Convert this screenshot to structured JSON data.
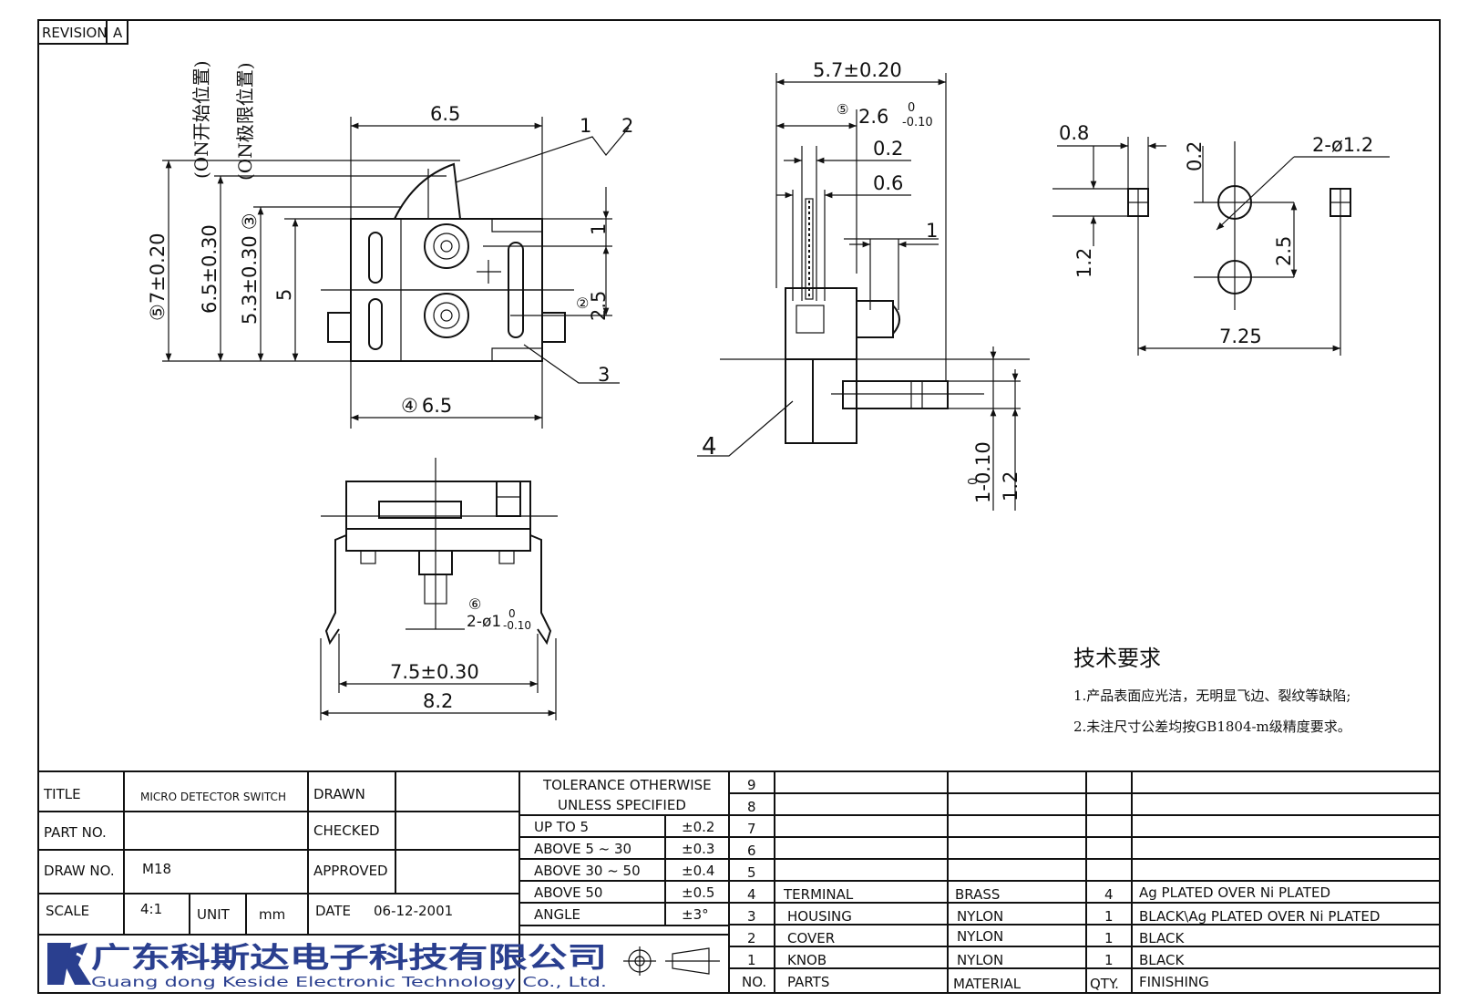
{
  "revision": {
    "label": "REVISION",
    "value": "A"
  },
  "top_view": {
    "rot_labels": [
      "(ON开始位置)",
      "(ON极限位置)"
    ],
    "dims": {
      "h7": "7±0.20",
      "h65": "6.5±0.30",
      "h53": "5.3±0.30",
      "h5": "5",
      "w_top": "6.5",
      "w_bot": "6.5",
      "v1": "1",
      "v25": "2.5",
      "c1": "⑤",
      "c2": "③",
      "c3": "②",
      "c4": "④"
    },
    "callouts": [
      "1",
      "2",
      "3"
    ]
  },
  "side_view": {
    "dims": {
      "w57": "5.7±0.20",
      "d26": "2.6",
      "d26_tol_up": "0",
      "d26_tol_low": "-0.10",
      "d02": "0.2",
      "d06": "0.6",
      "d1": "1",
      "d1v": "1-0.10",
      "d1v_tol": "0",
      "d12": "1.2"
    },
    "circled": "⑤",
    "callout": "4"
  },
  "front_view": {
    "dims": {
      "pin": "2-ø1",
      "pin_tol_up": "0",
      "pin_tol_low": "-0.10",
      "w75": "7.5±0.30",
      "w82": "8.2"
    },
    "circled": "⑥"
  },
  "pcb_view": {
    "dims": {
      "d08": "0.8",
      "d02": "0.2",
      "hole": "2-ø1.2",
      "d12": "1.2",
      "d25": "2.5",
      "d725": "7.25"
    }
  },
  "notes": {
    "title": "技术要求",
    "lines": [
      "1.产品表面应光洁，无明显飞边、裂纹等缺陷;",
      "2.未注尺寸公差均按GB1804-m级精度要求。"
    ]
  },
  "title_block": {
    "title_label": "TITLE",
    "title_value": "MICRO DETECTOR SWITCH",
    "part_label": "PART NO.",
    "part_value": "",
    "draw_label": "DRAW NO.",
    "draw_value": "M18",
    "scale_label": "SCALE",
    "scale_value": "4:1",
    "unit_label": "UNIT",
    "unit_value": "mm",
    "drawn_label": "DRAWN",
    "checked_label": "CHECKED",
    "approved_label": "APPROVED",
    "date_label": "DATE",
    "date_value": "06-12-2001"
  },
  "tolerance": {
    "header1": "TOLERANCE OTHERWISE",
    "header2": "UNLESS SPECIFIED",
    "rows": [
      {
        "range": "UP TO 5",
        "tol": "±0.2"
      },
      {
        "range": "ABOVE 5 ~ 30",
        "tol": "±0.3"
      },
      {
        "range": "ABOVE 30 ~ 50",
        "tol": "±0.4"
      },
      {
        "range": "ABOVE 50",
        "tol": "±0.5"
      },
      {
        "range": "ANGLE",
        "tol": "±3°"
      }
    ]
  },
  "bom": {
    "header": {
      "no": "NO.",
      "parts": "PARTS",
      "material": "MATERIAL",
      "qty": "QTY.",
      "finishing": "FINISHING"
    },
    "rows": [
      {
        "no": "9",
        "parts": "",
        "material": "",
        "qty": "",
        "finishing": ""
      },
      {
        "no": "8",
        "parts": "",
        "material": "",
        "qty": "",
        "finishing": ""
      },
      {
        "no": "7",
        "parts": "",
        "material": "",
        "qty": "",
        "finishing": ""
      },
      {
        "no": "6",
        "parts": "",
        "material": "",
        "qty": "",
        "finishing": ""
      },
      {
        "no": "5",
        "parts": "",
        "material": "",
        "qty": "",
        "finishing": ""
      },
      {
        "no": "4",
        "parts": "TERMINAL",
        "material": "BRASS",
        "qty": "4",
        "finishing": "Ag PLATED OVER Ni PLATED"
      },
      {
        "no": "3",
        "parts": "HOUSING",
        "material": "NYLON",
        "qty": "1",
        "finishing": "BLACK\\Ag PLATED OVER Ni PLATED"
      },
      {
        "no": "2",
        "parts": "COVER",
        "material": "NYLON",
        "qty": "1",
        "finishing": "BLACK"
      },
      {
        "no": "1",
        "parts": "KNOB",
        "material": "NYLON",
        "qty": "1",
        "finishing": "BLACK"
      }
    ]
  },
  "company": {
    "cn": "广东科斯达电子科技有限公司",
    "en": "Guang dong Keside Electronic Technology Co., Ltd.",
    "logo_color": "#2a3f8f"
  }
}
